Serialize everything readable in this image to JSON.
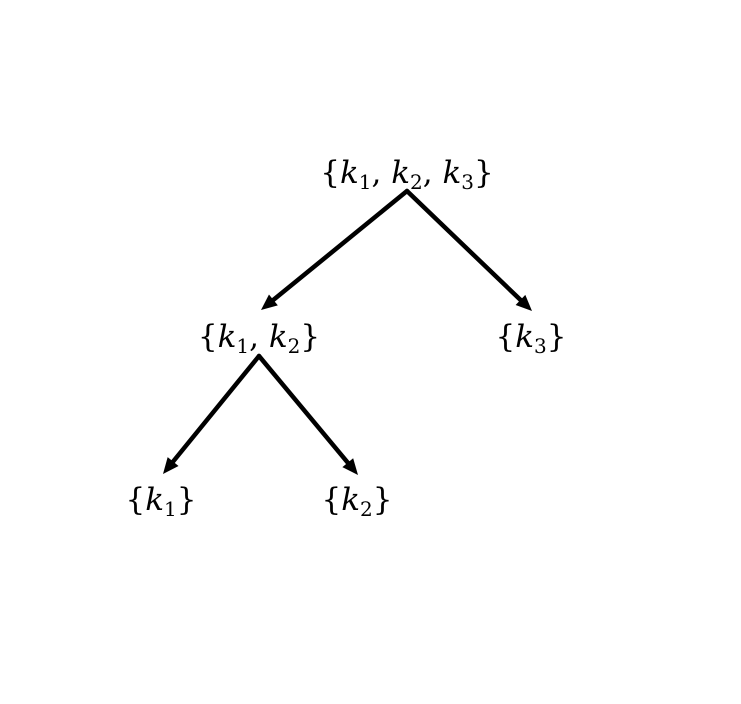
{
  "nodes": [
    {
      "id": "root",
      "elements": [
        {
          "symbol": "k",
          "subscript": "1"
        },
        {
          "symbol": "k",
          "subscript": "2"
        },
        {
          "symbol": "k",
          "subscript": "3"
        }
      ]
    },
    {
      "id": "left",
      "elements": [
        {
          "symbol": "k",
          "subscript": "1"
        },
        {
          "symbol": "k",
          "subscript": "2"
        }
      ]
    },
    {
      "id": "right",
      "elements": [
        {
          "symbol": "k",
          "subscript": "3"
        }
      ]
    },
    {
      "id": "left-left",
      "elements": [
        {
          "symbol": "k",
          "subscript": "1"
        }
      ]
    },
    {
      "id": "left-right",
      "elements": [
        {
          "symbol": "k",
          "subscript": "2"
        }
      ]
    }
  ],
  "edges": [
    {
      "from": "root",
      "to": "left"
    },
    {
      "from": "root",
      "to": "right"
    },
    {
      "from": "left",
      "to": "left-left"
    },
    {
      "from": "left",
      "to": "left-right"
    }
  ],
  "colors": {
    "ink": "#000000",
    "background": "#ffffff"
  }
}
